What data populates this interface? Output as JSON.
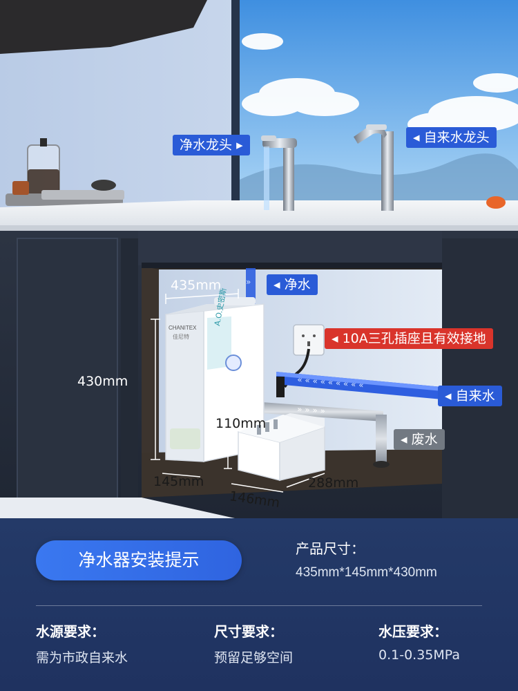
{
  "callouts": {
    "pure_faucet": "净水龙头",
    "tap_faucet": "自来水龙头",
    "pure_water": "净水",
    "socket": "10A三孔插座且有效接地",
    "tap_water": "自来水",
    "waste_water": "废水"
  },
  "device": {
    "brand": "CHANITEX",
    "brand_cn": "佳尼特",
    "series": "A.O.史密斯"
  },
  "dimensions": {
    "width_top": "435mm",
    "height": "430mm",
    "depth": "145mm",
    "box_height": "110mm",
    "box_depth": "146mm",
    "box_width": "288mm"
  },
  "install": {
    "heading": "净水器安装提示",
    "size_title": "产品尺寸：",
    "size_value": "435mm*145mm*430mm",
    "requirements": [
      {
        "title": "水源要求：",
        "value": "需为市政自来水"
      },
      {
        "title": "尺寸要求：",
        "value": "预留足够空间"
      },
      {
        "title": "水压要求：",
        "value": "0.1-0.35MPa"
      }
    ]
  },
  "colors": {
    "accent_blue": "#2a5bd7",
    "alert_red": "#d9342b",
    "neutral_gray": "#727982",
    "panel_navy": "#20345f"
  }
}
